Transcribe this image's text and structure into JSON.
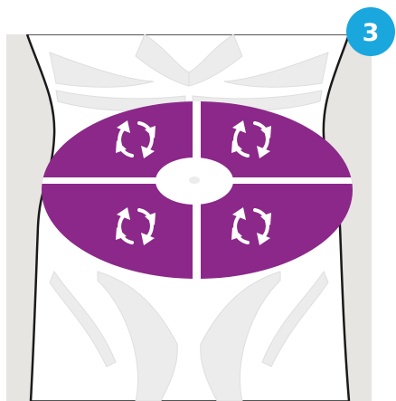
{
  "step_badge": {
    "number": "3"
  },
  "colors": {
    "injection_zone": "#8b2889",
    "badge": "#1aa7de",
    "body_shadow": "#ececec",
    "outline": "#1a1a1a",
    "background_side": "#e7e5e1"
  },
  "zones": [
    {
      "name": "upper-left-quadrant",
      "icon": "rotate-arrows-icon"
    },
    {
      "name": "upper-right-quadrant",
      "icon": "rotate-arrows-icon"
    },
    {
      "name": "lower-left-quadrant",
      "icon": "rotate-arrows-icon"
    },
    {
      "name": "lower-right-quadrant",
      "icon": "rotate-arrows-icon"
    }
  ]
}
